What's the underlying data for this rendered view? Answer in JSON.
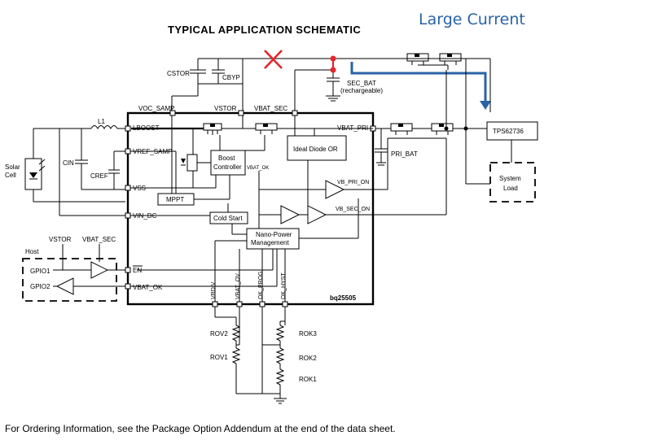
{
  "title": "TYPICAL APPLICATION SCHEMATIC",
  "annotation": "Large Current",
  "footer": "For Ordering Information, see the Package Option Addendum at the end of the data sheet.",
  "chip_name": "bq25505",
  "converter": "TPS62736",
  "system_load": [
    "System",
    "Load"
  ],
  "solar_cell": [
    "Solar",
    "Cell"
  ],
  "host": "Host",
  "components": {
    "l1": "L1",
    "cin": "CIN",
    "cref": "CREF",
    "cstor": "CSTOR",
    "cbyp": "CBYP",
    "sec_bat": "SEC_BAT",
    "rechargeable": "(rechargeable)",
    "pri_bat": "PRI_BAT",
    "rov2": "ROV2",
    "rov1": "ROV1",
    "rok3": "ROK3",
    "rok2": "ROK2",
    "rok1": "ROK1"
  },
  "pins": {
    "lboost": "LBOOST",
    "vref_samp": "VREF_SAMP",
    "vss": "VSS",
    "vin_dc": "VIN_DC",
    "en": "EN",
    "vbat_ok": "VBAT_OK",
    "voc_samp": "VOC_SAMP",
    "vstor": "VSTOR",
    "vbat_sec": "VBAT_SEC",
    "vbat_pri": "VBAT_PRI",
    "vrdiv": "VRDIV",
    "vbat_ov": "VBAT_OV",
    "ok_prog": "OK_PROG",
    "ok_hyst": "OK_HYST"
  },
  "blocks": {
    "boost": [
      "Boost",
      "Controller"
    ],
    "mppt": "MPPT",
    "cold_start": "Cold Start",
    "ideal_diode": "Ideal Diode OR",
    "nano": [
      "Nano-Power",
      "Management"
    ],
    "vbat_ok_int": "VBAT_OK",
    "vb_pri_on": "VB_PRI_ON",
    "vb_sec_on": "VB_SEC_ON"
  },
  "host_pins": {
    "vstor": "VSTOR",
    "vbat_sec": "VBAT_SEC",
    "gpio1": "GPIO1",
    "gpio2": "GPIO2"
  },
  "colors": {
    "annotation": "#2a63a6",
    "marker": "#e5262b"
  }
}
